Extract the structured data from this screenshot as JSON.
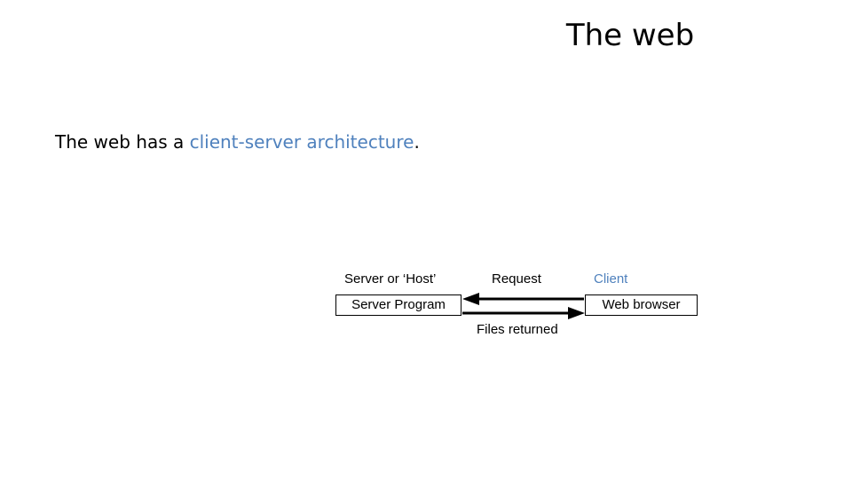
{
  "slide": {
    "title": "The web",
    "body": {
      "lead": "The web has a ",
      "accent": "client-server architecture",
      "trail": "."
    }
  },
  "diagram": {
    "server": {
      "header_lead": "Server",
      "header_mid": " or ",
      "header_accent": "‘Host’",
      "box_label": "Server Program"
    },
    "client": {
      "header": "Client",
      "box_label": "Web browser"
    },
    "edges": {
      "top_label": "Request",
      "bottom_label": "Files returned"
    }
  },
  "colors": {
    "accent_blue": "#4F81BD",
    "text_black": "#000000",
    "background": "#FFFFFF"
  }
}
